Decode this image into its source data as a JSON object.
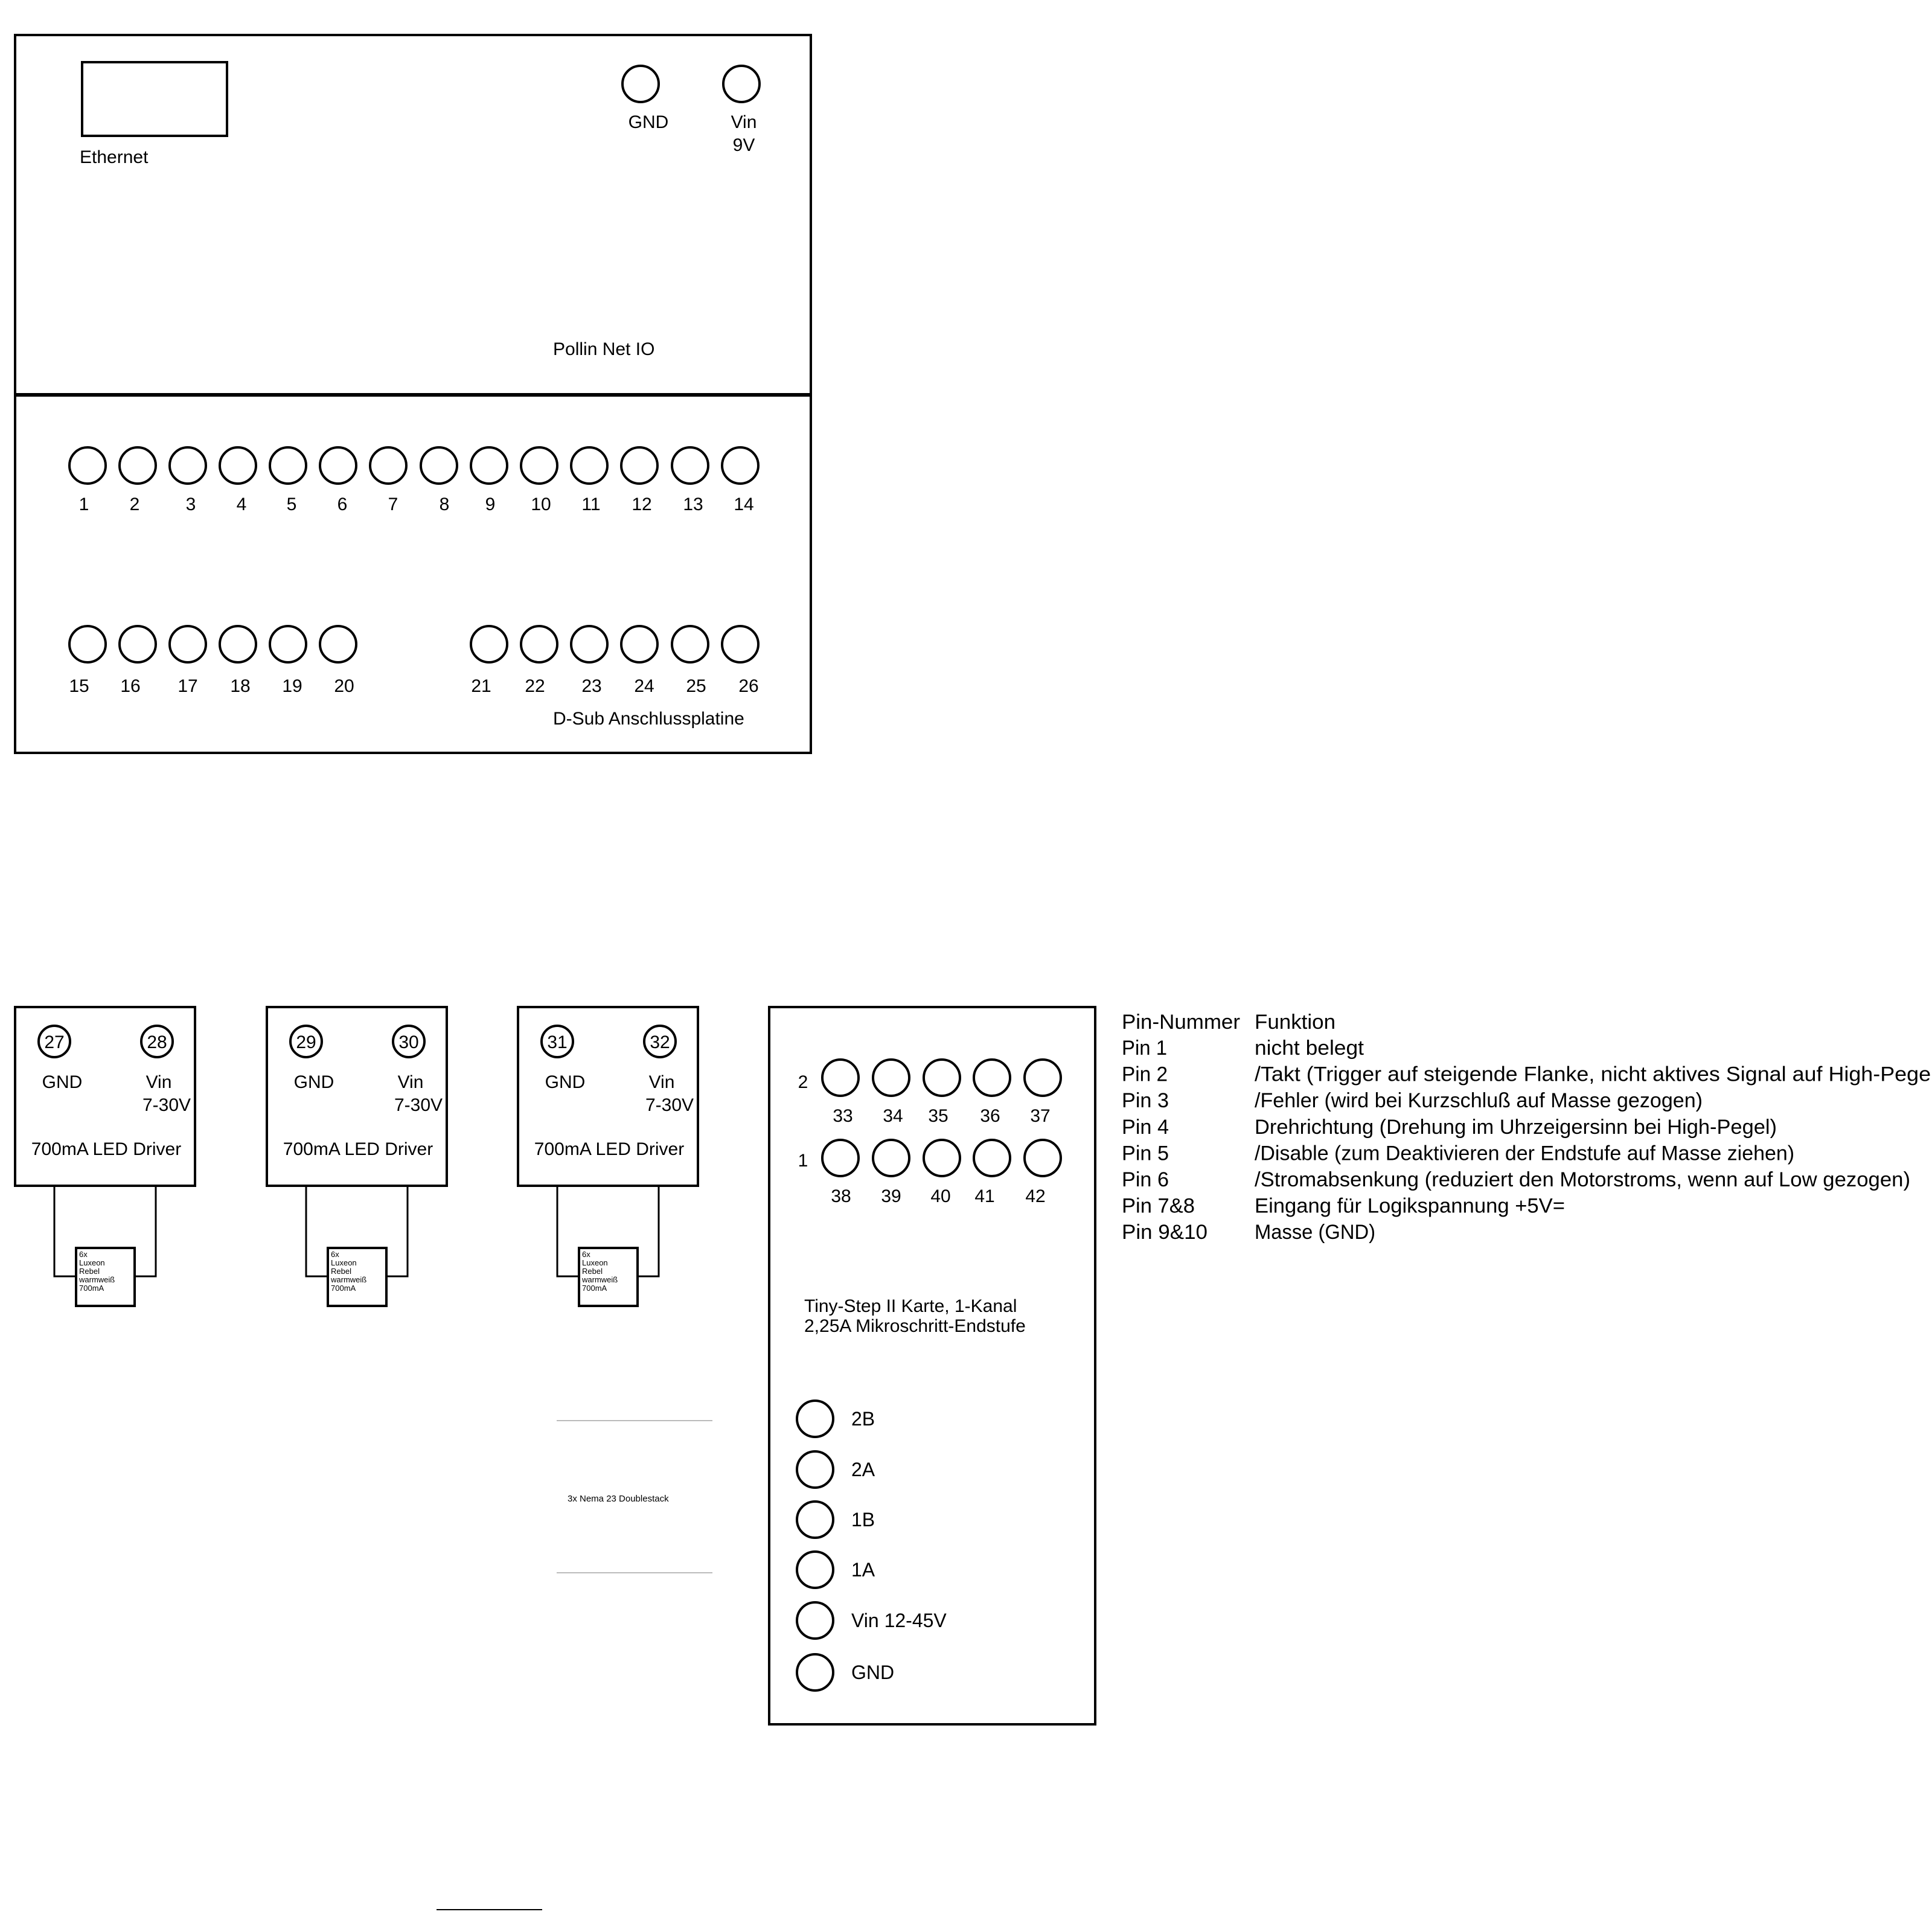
{
  "netio": {
    "name": "Pollin Net IO",
    "ethernet": "Ethernet",
    "gnd": "GND",
    "vin": "Vin",
    "vin_voltage": "9V"
  },
  "dsub": {
    "name": "D-Sub Anschlussplatine",
    "row1": [
      "1",
      "2",
      "3",
      "4",
      "5",
      "6",
      "7",
      "8",
      "9",
      "10",
      "11",
      "12",
      "13",
      "14"
    ],
    "row2": [
      "15",
      "16",
      "17",
      "18",
      "19",
      "20",
      "21",
      "22",
      "23",
      "24",
      "25",
      "26"
    ]
  },
  "led_drivers": [
    {
      "pin_gnd": "27",
      "pin_vin": "28",
      "gnd": "GND",
      "vin": "Vin",
      "voltage": "7-30V",
      "title": "700mA LED Driver",
      "led_lines": [
        "6x",
        "Luxeon",
        "Rebel",
        "warmweiß",
        "700mA"
      ]
    },
    {
      "pin_gnd": "29",
      "pin_vin": "30",
      "gnd": "GND",
      "vin": "Vin",
      "voltage": "7-30V",
      "title": "700mA LED Driver",
      "led_lines": [
        "6x",
        "Luxeon",
        "Rebel",
        "warmweiß",
        "700mA"
      ]
    },
    {
      "pin_gnd": "31",
      "pin_vin": "32",
      "gnd": "GND",
      "vin": "Vin",
      "voltage": "7-30V",
      "title": "700mA LED Driver",
      "led_lines": [
        "6x",
        "Luxeon",
        "Rebel",
        "warmweiß",
        "700mA"
      ]
    }
  ],
  "tinystep": {
    "row2_label": "2",
    "row1_label": "1",
    "row2_pins": [
      "33",
      "34",
      "35",
      "36",
      "37"
    ],
    "row1_pins": [
      "38",
      "39",
      "40",
      "41",
      "42"
    ],
    "title_line1": "Tiny-Step II Karte, 1-Kanal",
    "title_line2": "2,25A Mikroschritt-Endstufe",
    "terminals": [
      "2B",
      "2A",
      "1B",
      "1A",
      "Vin 12-45V",
      "GND"
    ]
  },
  "motor_label": "3x Nema 23 Doublestack",
  "pin_table": {
    "header_pin": "Pin-Nummer",
    "header_func": "Funktion",
    "rows": [
      {
        "pin": "Pin 1",
        "func": "nicht belegt"
      },
      {
        "pin": "Pin 2",
        "func": "/Takt (Trigger auf steigende Flanke, nicht aktives Signal auf High-Pegel)"
      },
      {
        "pin": "Pin 3",
        "func": "/Fehler (wird bei Kurzschluß auf Masse gezogen)"
      },
      {
        "pin": "Pin 4",
        "func": "Drehrichtung (Drehung im Uhrzeigersinn bei High-Pegel)"
      },
      {
        "pin": "Pin 5",
        "func": "/Disable (zum Deaktivieren der Endstufe auf Masse ziehen)"
      },
      {
        "pin": "Pin 6",
        "func": "/Stromabsenkung (reduziert den Motorstroms, wenn auf Low gezogen)"
      },
      {
        "pin": "Pin 7&8",
        "func": "Eingang für Logikspannung +5V="
      },
      {
        "pin": "Pin 9&10",
        "func": "Masse (GND)"
      }
    ]
  }
}
